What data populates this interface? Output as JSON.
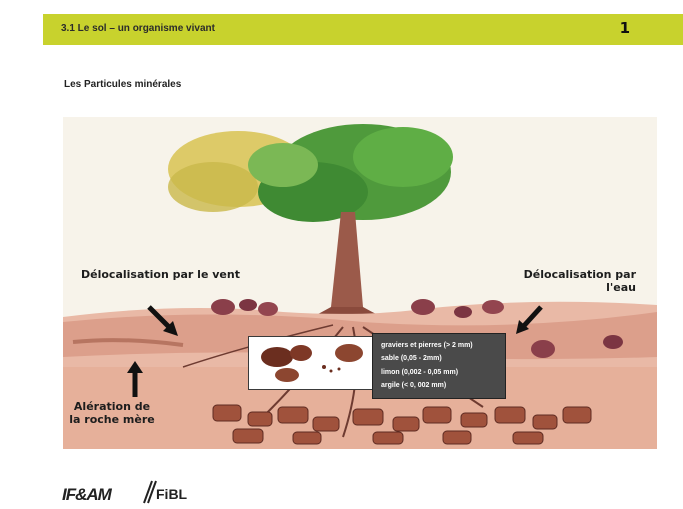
{
  "header": {
    "title": "3.1 Le sol – un organisme vivant",
    "page_number": "1",
    "accent_color": "#c8d22d"
  },
  "section": {
    "title": "Les Particules minérales"
  },
  "annotations": {
    "wind": "Délocalisation par le vent",
    "water_line1": "Délocalisation par",
    "water_line2": "l'eau",
    "weathering_line1": "Alération de",
    "weathering_line2": "la roche mère"
  },
  "legend": {
    "items": [
      "graviers et pierres (> 2 mm)",
      "sable (0,05 - 2mm)",
      "limon (0,002 - 0,05 mm)",
      "argile (< 0, 002 mm)"
    ]
  },
  "footer": {
    "logo_left": "IF&AM",
    "logo_right": "FiBL"
  }
}
